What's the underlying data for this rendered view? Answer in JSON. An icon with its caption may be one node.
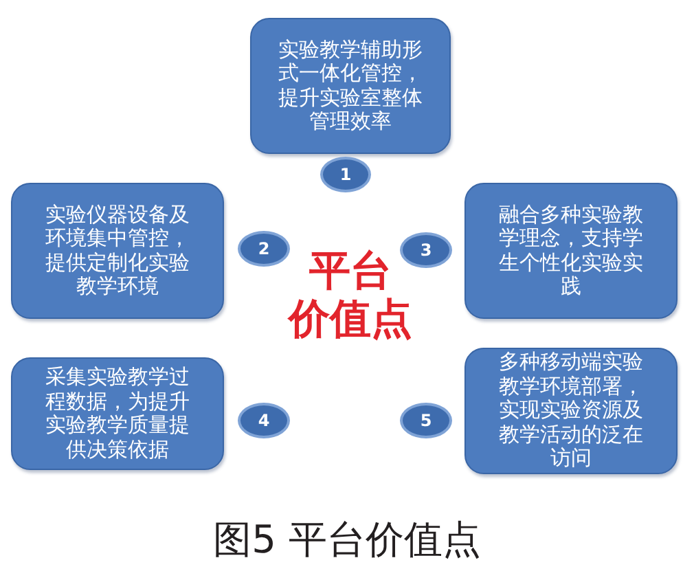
{
  "diagram": {
    "caption": "图5 平台价值点",
    "nodes": [
      {
        "text": [
          "实验教学辅助形式一体化管控，提升实验室整体管理效率"
        ]
      },
      {
        "text": [
          "1"
        ]
      },
      {
        "text": [
          "实验仪器设备及环境集中管控，提供定制化实验教学环境"
        ]
      },
      {
        "text": [
          "2"
        ]
      },
      {
        "text": [
          "3"
        ]
      },
      {
        "text": [
          "融合多种实验教学理念，支持学生个性化实验实践"
        ]
      },
      {
        "text": [
          "采集实验教学过程数据，为提升实验教学质量提供决策依据"
        ]
      },
      {
        "text": [
          "4"
        ]
      },
      {
        "text": [
          "5"
        ]
      },
      {
        "text": [
          "多种移动端实验教学环境部署，实现实验资源及教学活动的泛在访问"
        ]
      }
    ],
    "labels": [
      "平台价值点"
    ]
  }
}
